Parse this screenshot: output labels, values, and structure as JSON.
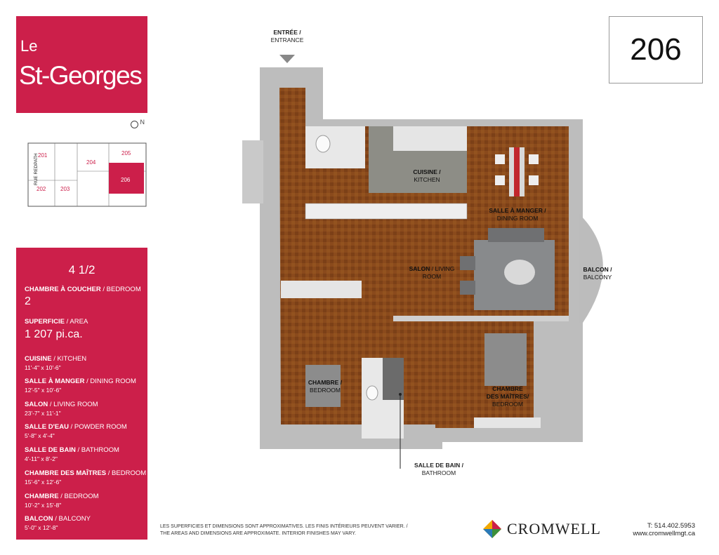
{
  "brand": {
    "prefix": "Le",
    "name": "St-Georges"
  },
  "north": "N",
  "keyplan": {
    "street": "RUE REDPATH",
    "units": [
      "201",
      "202",
      "203",
      "204",
      "205",
      "206"
    ],
    "highlight": "206",
    "highlight_color": "#cc1f4a"
  },
  "unit_number": "206",
  "info": {
    "type": "4 1/2",
    "bedroom_label": "CHAMBRE À COUCHER",
    "bedroom_label_en": "/ BEDROOM",
    "bedroom_count": "2",
    "area_label": "SUPERFICIE",
    "area_label_en": "/ AREA",
    "area_value": "1 207 pi.ca.",
    "rooms": [
      {
        "fr": "CUISINE",
        "en": "/ KITCHEN",
        "dim": "11'-4\" x 10'-6\""
      },
      {
        "fr": "SALLE À MANGER",
        "en": "/ DINING ROOM",
        "dim": "12'-5\" x 10'-6\""
      },
      {
        "fr": "SALON",
        "en": "/ LIVING ROOM",
        "dim": "23'-7\" x 11'-1\""
      },
      {
        "fr": "SALLE D'EAU",
        "en": "/ POWDER ROOM",
        "dim": "5'-8\" x 4'-4\""
      },
      {
        "fr": "SALLE DE BAIN",
        "en": "/ BATHROOM",
        "dim": "4'-11\" x 8'-2\""
      },
      {
        "fr": "CHAMBRE DES MAÎTRES",
        "en": "/  BEDROOM",
        "dim": "15'-6\" x 12'-6\""
      },
      {
        "fr": "CHAMBRE",
        "en": "/  BEDROOM",
        "dim": "10'-2\" x 15'-8\""
      },
      {
        "fr": "BALCON",
        "en": "/  BALCONY",
        "dim": "5'-0\" x 12'-8\""
      }
    ]
  },
  "plan_labels": {
    "entry_fr": "ENTRÉE /",
    "entry_en": "ENTRANCE",
    "kitchen_fr": "CUISINE /",
    "kitchen_en": "KITCHEN",
    "dining_fr": "SALLE À MANGER /",
    "dining_en": "DINING ROOM",
    "living_fr": "SALON",
    "living_en_a": "/ LIVING",
    "living_en_b": "ROOM",
    "balcony_fr": "BALCON /",
    "balcony_en": "BALCONY",
    "bedroom_fr": "CHAMBRE /",
    "bedroom_en": "BEDROOM",
    "master_fr_a": "CHAMBRE",
    "master_fr_b": "DES MAÎTRES/",
    "master_en": "BEDROOM",
    "bath_fr": "SALLE DE BAIN /",
    "bath_en": "BATHROOM"
  },
  "footer": {
    "disclaimer_fr": "LES SUPERFICIES ET DIMENSIONS SONT APPROXIMATIVES. LES FINIS INTÉRIEURS PEUVENT VARIER. /",
    "disclaimer_en": "THE AREAS AND DIMENSIONS ARE APPROXIMATE. INTERIOR FINISHES MAY VARY.",
    "company": "CROMWELL",
    "phone": "T: 514.402.5953",
    "website": "www.cromwellmgt.ca"
  },
  "colors": {
    "accent": "#cc1f4a",
    "floor": "#8a4a1c",
    "wall": "#b5b5b5"
  }
}
